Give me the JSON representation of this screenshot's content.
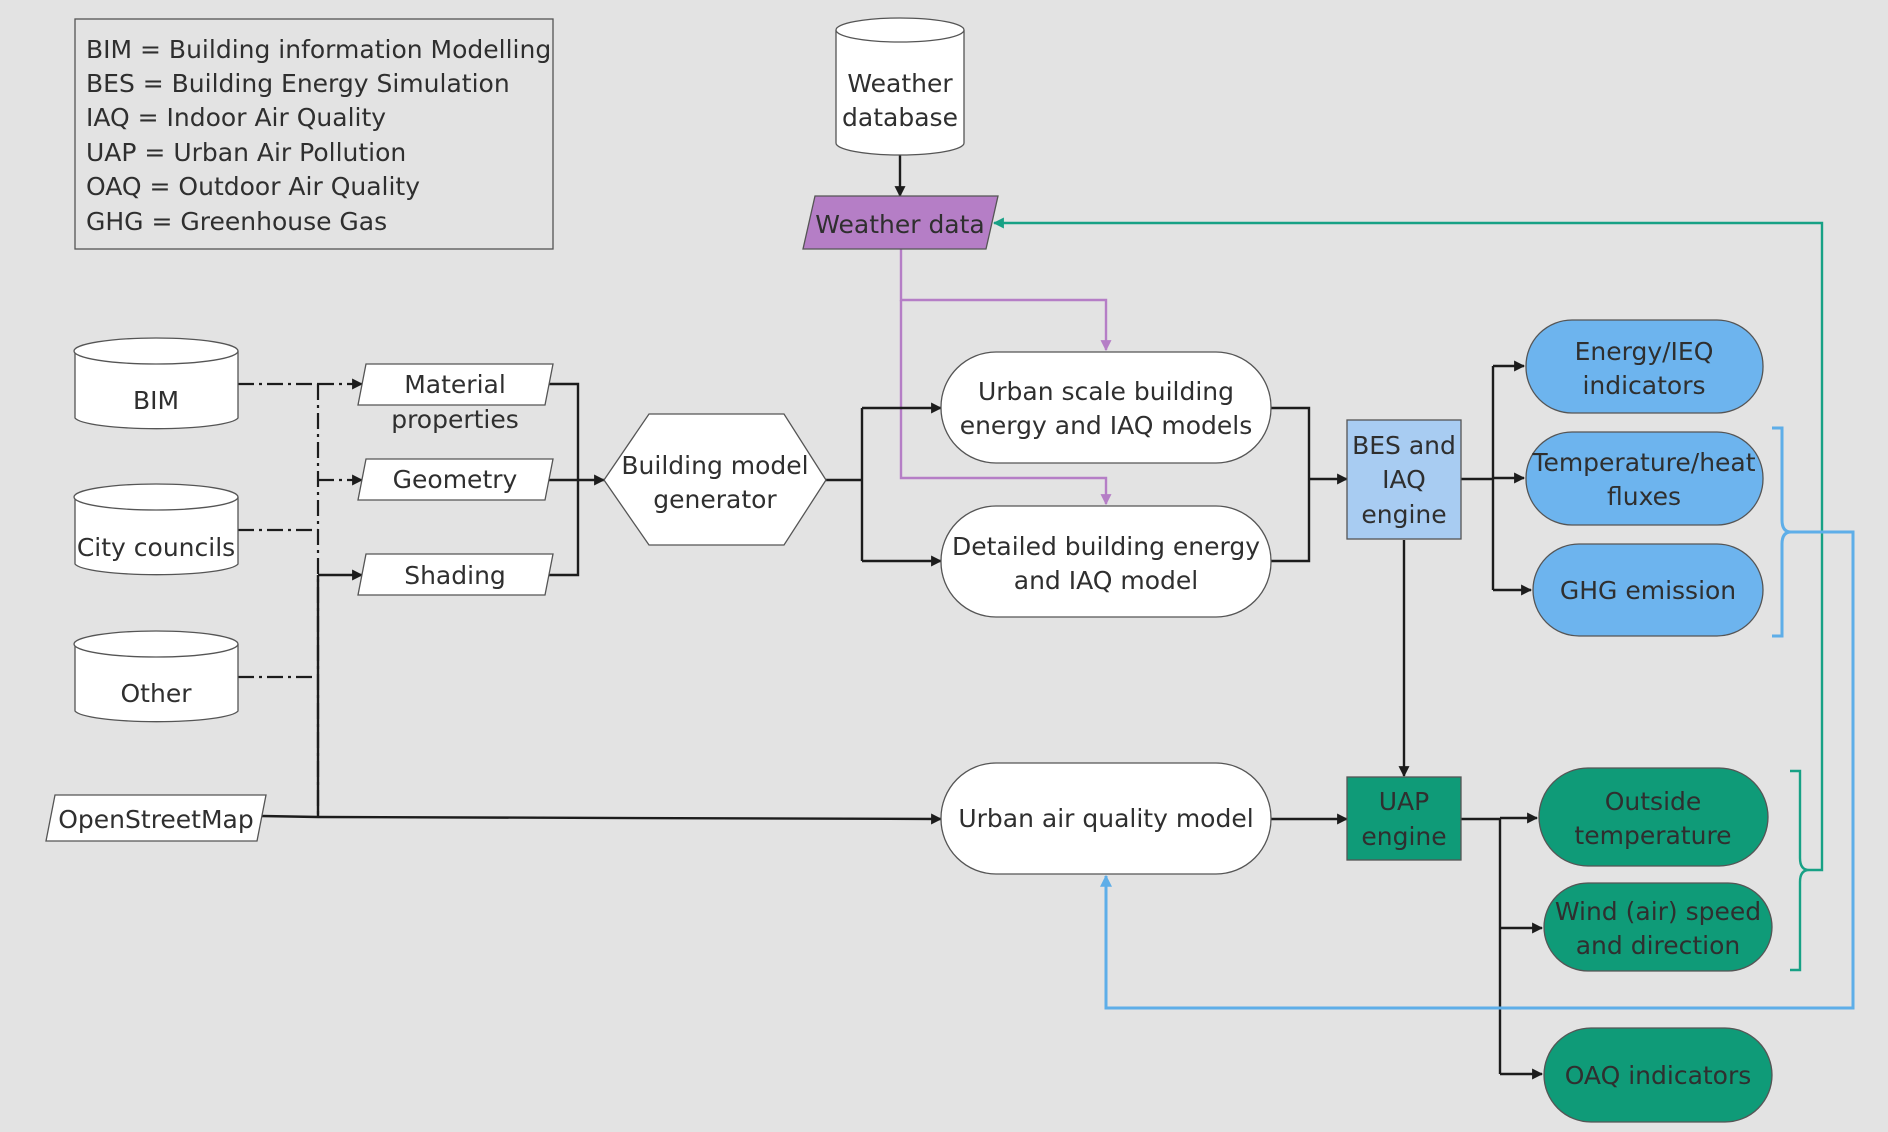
{
  "colors": {
    "background": "#e3e3e3",
    "weather_data_fill": "#b57ec6",
    "bes_engine_fill": "#a8ccf2",
    "building_output_fill": "#6db4ee",
    "uap_output_fill": "#0f9b78",
    "purple_line": "#b57ec6",
    "green_line": "#17a185",
    "blue_line": "#5eaee8"
  },
  "legend": {
    "lines": [
      "BIM = Building information Modelling",
      "BES = Building Energy Simulation",
      "IAQ = Indoor Air Quality",
      "UAP = Urban Air Pollution",
      "OAQ = Outdoor Air Quality",
      "GHG = Greenhouse Gas"
    ]
  },
  "nodes": {
    "weather_database": [
      "Weather",
      "database"
    ],
    "weather_data": [
      "Weather data"
    ],
    "bim": [
      "BIM"
    ],
    "city_councils": [
      "City councils"
    ],
    "other": [
      "Other"
    ],
    "openstreetmap": [
      "OpenStreetMap"
    ],
    "material_properties": [
      "Material",
      "properties"
    ],
    "geometry": [
      "Geometry"
    ],
    "shading": [
      "Shading"
    ],
    "building_model_generator": [
      "Building model",
      "generator"
    ],
    "urban_scale_model": [
      "Urban scale building",
      "energy and IAQ models"
    ],
    "detailed_model": [
      "Detailed building energy",
      "and IAQ model"
    ],
    "urban_air_quality_model": [
      "Urban air quality model"
    ],
    "bes_engine": [
      "BES and",
      "IAQ",
      "engine"
    ],
    "uap_engine": [
      "UAP",
      "engine"
    ],
    "energy_ieq": [
      "Energy/IEQ",
      "indicators"
    ],
    "temperature_heat": [
      "Temperature/heat",
      "fluxes"
    ],
    "ghg_emission": [
      "GHG emission"
    ],
    "outside_temperature": [
      "Outside",
      "temperature"
    ],
    "wind_speed": [
      "Wind (air) speed",
      "and direction"
    ],
    "oaq_indicators": [
      "OAQ indicators"
    ]
  }
}
